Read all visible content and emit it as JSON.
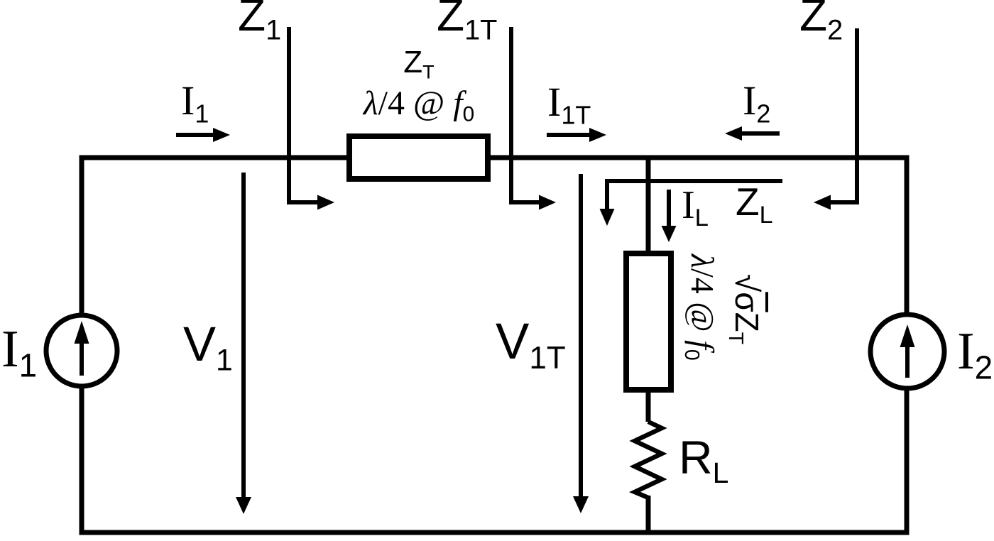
{
  "diagram": {
    "colors": {
      "ink": "#000000",
      "background": "#ffffff"
    },
    "labels": {
      "z1": {
        "main": "Z",
        "sub": "1"
      },
      "z1t": {
        "main": "Z",
        "sub": "1T"
      },
      "z2": {
        "main": "Z",
        "sub": "2"
      },
      "zt": {
        "main": "Z",
        "sub": "T"
      },
      "series_line_spec": {
        "lambda": "λ",
        "mid": "/4 @ ",
        "f": "f",
        "sub": "0"
      },
      "i1_top": {
        "main": "I",
        "sub": "1"
      },
      "i1t": {
        "main": "I",
        "sub": "1T"
      },
      "i2_top": {
        "main": "I",
        "sub": "2"
      },
      "v1": {
        "main": "V",
        "sub": "1"
      },
      "v1t": {
        "main": "V",
        "sub": "1T"
      },
      "il": {
        "main": "I",
        "sub": "L"
      },
      "zl": {
        "main": "Z",
        "sub": "L"
      },
      "rl": {
        "main": "R",
        "sub": "L"
      },
      "i1_source": {
        "main": "I",
        "sub": "1"
      },
      "i2_source": {
        "main": "I",
        "sub": "2"
      },
      "stub_impedance": {
        "radical": "√",
        "sigma": "σ",
        "z": "Z",
        "sub": "T"
      },
      "stub_line_spec": {
        "lambda": "λ",
        "mid": "/4 @ ",
        "f": "f",
        "sub": "0"
      }
    }
  }
}
